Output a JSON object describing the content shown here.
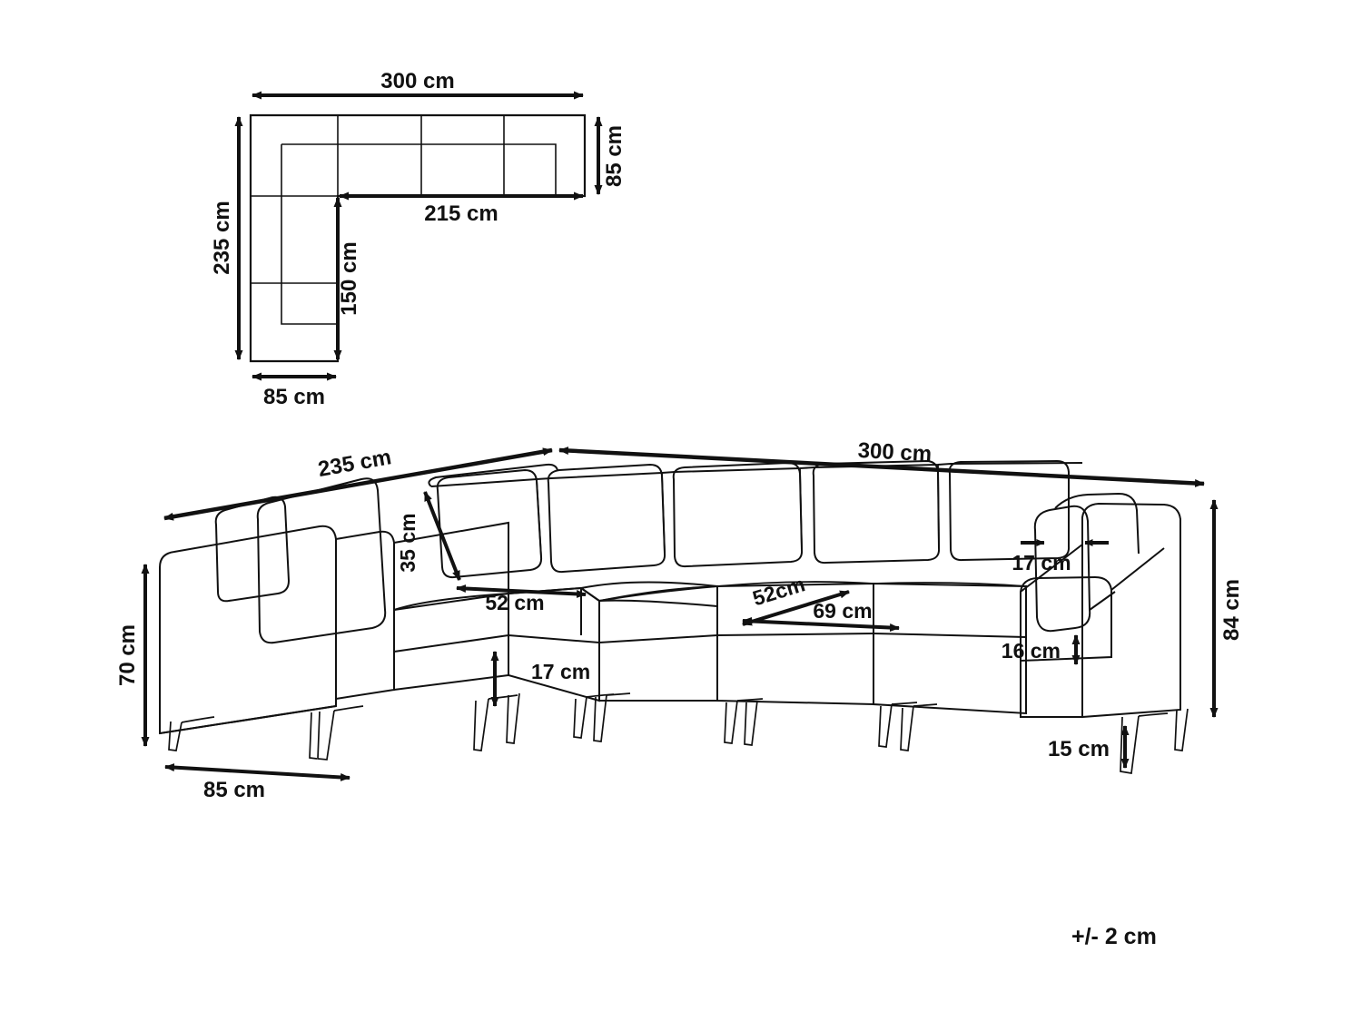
{
  "document": {
    "type": "furniture-dimension-drawing",
    "product": "modular-corner-sofa",
    "tolerance_note": "+/- 2 cm",
    "line_color": "#111111",
    "background_color": "#ffffff"
  },
  "views": {
    "plan": {
      "name": "top-plan-view",
      "dimensions": {
        "overall_width": "300 cm",
        "overall_depth": "235 cm",
        "long_side_inner": "215 cm",
        "short_side_inner": "150 cm",
        "module_depth_right": "85 cm",
        "module_depth_left": "85 cm"
      }
    },
    "perspective": {
      "name": "three-quarter-perspective-view",
      "dimensions": {
        "left_arm_length": "235 cm",
        "right_arm_length": "300 cm",
        "backrest_cushion_height": "35 cm",
        "seat_depth": "52 cm",
        "seat_depth_right": "52cm",
        "seat_width": "69 cm",
        "arm_height_overall": "70 cm",
        "module_depth": "85 cm",
        "seat_cushion_thickness": "17 cm",
        "backrest_cushion_thickness": "17 cm",
        "arm_pad_thickness": "16 cm",
        "total_height": "84 cm",
        "leg_height": "15 cm"
      }
    }
  },
  "labels": {
    "plan_300": "300 cm",
    "plan_235": "235 cm",
    "plan_215": "215 cm",
    "plan_150": "150 cm",
    "plan_85_right": "85 cm",
    "plan_85_bottom": "85 cm",
    "persp_235": "235 cm",
    "persp_300": "300 cm",
    "persp_35": "35 cm",
    "persp_52_left": "52 cm",
    "persp_52_right": "52cm",
    "persp_69": "69 cm",
    "persp_70": "70 cm",
    "persp_85": "85 cm",
    "persp_17_seat": "17 cm",
    "persp_17_arm": "17 cm",
    "persp_16": "16 cm",
    "persp_84": "84 cm",
    "persp_15": "15 cm",
    "tolerance": "+/- 2 cm"
  }
}
